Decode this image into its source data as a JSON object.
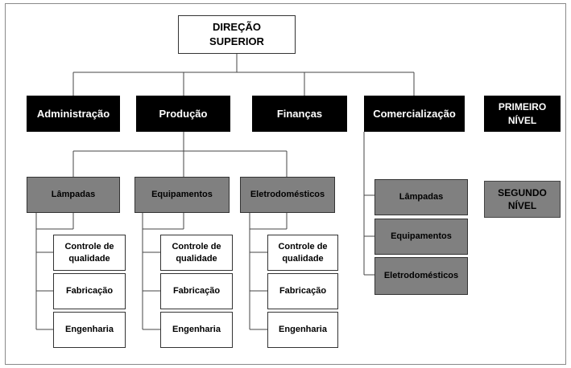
{
  "top": "DIREÇÃO SUPERIOR",
  "first_level": [
    "Administração",
    "Produção",
    "Finanças",
    "Comercialização"
  ],
  "level_labels": {
    "first": "PRIMEIRO NÍVEL",
    "second": "SEGUNDO NÍVEL"
  },
  "production_units": [
    {
      "label": "Lâmpadas",
      "items": [
        "Controle de qualidade",
        "Fabricação",
        "Engenharia"
      ]
    },
    {
      "label": "Equipamentos",
      "items": [
        "Controle de qualidade",
        "Fabricação",
        "Engenharia"
      ]
    },
    {
      "label": "Eletrodomésticos",
      "items": [
        "Controle de qualidade",
        "Fabricação",
        "Engenharia"
      ]
    }
  ],
  "commercial_units": [
    "Lâmpadas",
    "Equipamentos",
    "Eletrodomésticos"
  ]
}
